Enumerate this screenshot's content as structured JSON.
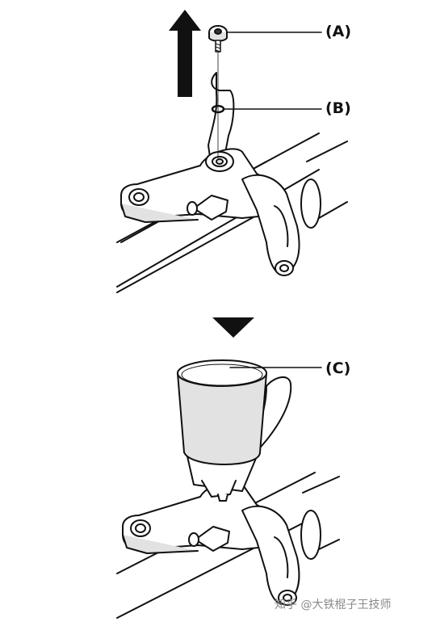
{
  "callouts": {
    "a": "(A)",
    "b": "(B)",
    "c": "(C)"
  },
  "watermark": "知乎 @大铁棍子王技师",
  "colors": {
    "line": "#111111",
    "fill": "#ffffff",
    "shade": "#e2e2e2",
    "watermark": "#8a8a8a"
  },
  "icons": {
    "up_arrow": "up-arrow-icon",
    "down_triangle": "down-triangle-icon"
  }
}
